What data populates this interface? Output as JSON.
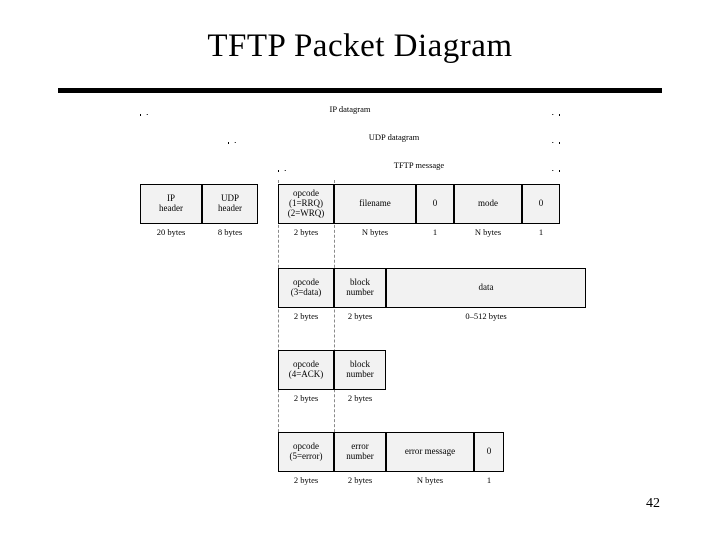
{
  "slide": {
    "title": "TFTP Packet Diagram",
    "page_number": "42"
  },
  "diagram": {
    "spans": [
      {
        "name": "ip-datagram",
        "label": "IP datagram"
      },
      {
        "name": "udp-datagram",
        "label": "UDP datagram"
      },
      {
        "name": "tftp-message",
        "label": "TFTP message"
      }
    ],
    "rows": [
      {
        "name": "request-packet",
        "fields": [
          {
            "label": "IP\nheader",
            "size": "20 bytes"
          },
          {
            "label": "UDP\nheader",
            "size": "8 bytes"
          },
          {
            "label": "opcode\n(1=RRQ)\n(2=WRQ)",
            "size": "2 bytes"
          },
          {
            "label": "filename",
            "size": "N bytes"
          },
          {
            "label": "0",
            "size": "1"
          },
          {
            "label": "mode",
            "size": "N bytes"
          },
          {
            "label": "0",
            "size": "1"
          }
        ]
      },
      {
        "name": "data-packet",
        "fields": [
          {
            "label": "opcode\n(3=data)",
            "size": "2 bytes"
          },
          {
            "label": "block\nnumber",
            "size": "2 bytes"
          },
          {
            "label": "data",
            "size": "0–512 bytes"
          }
        ]
      },
      {
        "name": "ack-packet",
        "fields": [
          {
            "label": "opcode\n(4=ACK)",
            "size": "2 bytes"
          },
          {
            "label": "block\nnumber",
            "size": "2 bytes"
          }
        ]
      },
      {
        "name": "error-packet",
        "fields": [
          {
            "label": "opcode\n(5=error)",
            "size": "2 bytes"
          },
          {
            "label": "error\nnumber",
            "size": "2 bytes"
          },
          {
            "label": "error message",
            "size": "N bytes"
          },
          {
            "label": "0",
            "size": "1"
          }
        ]
      }
    ]
  }
}
